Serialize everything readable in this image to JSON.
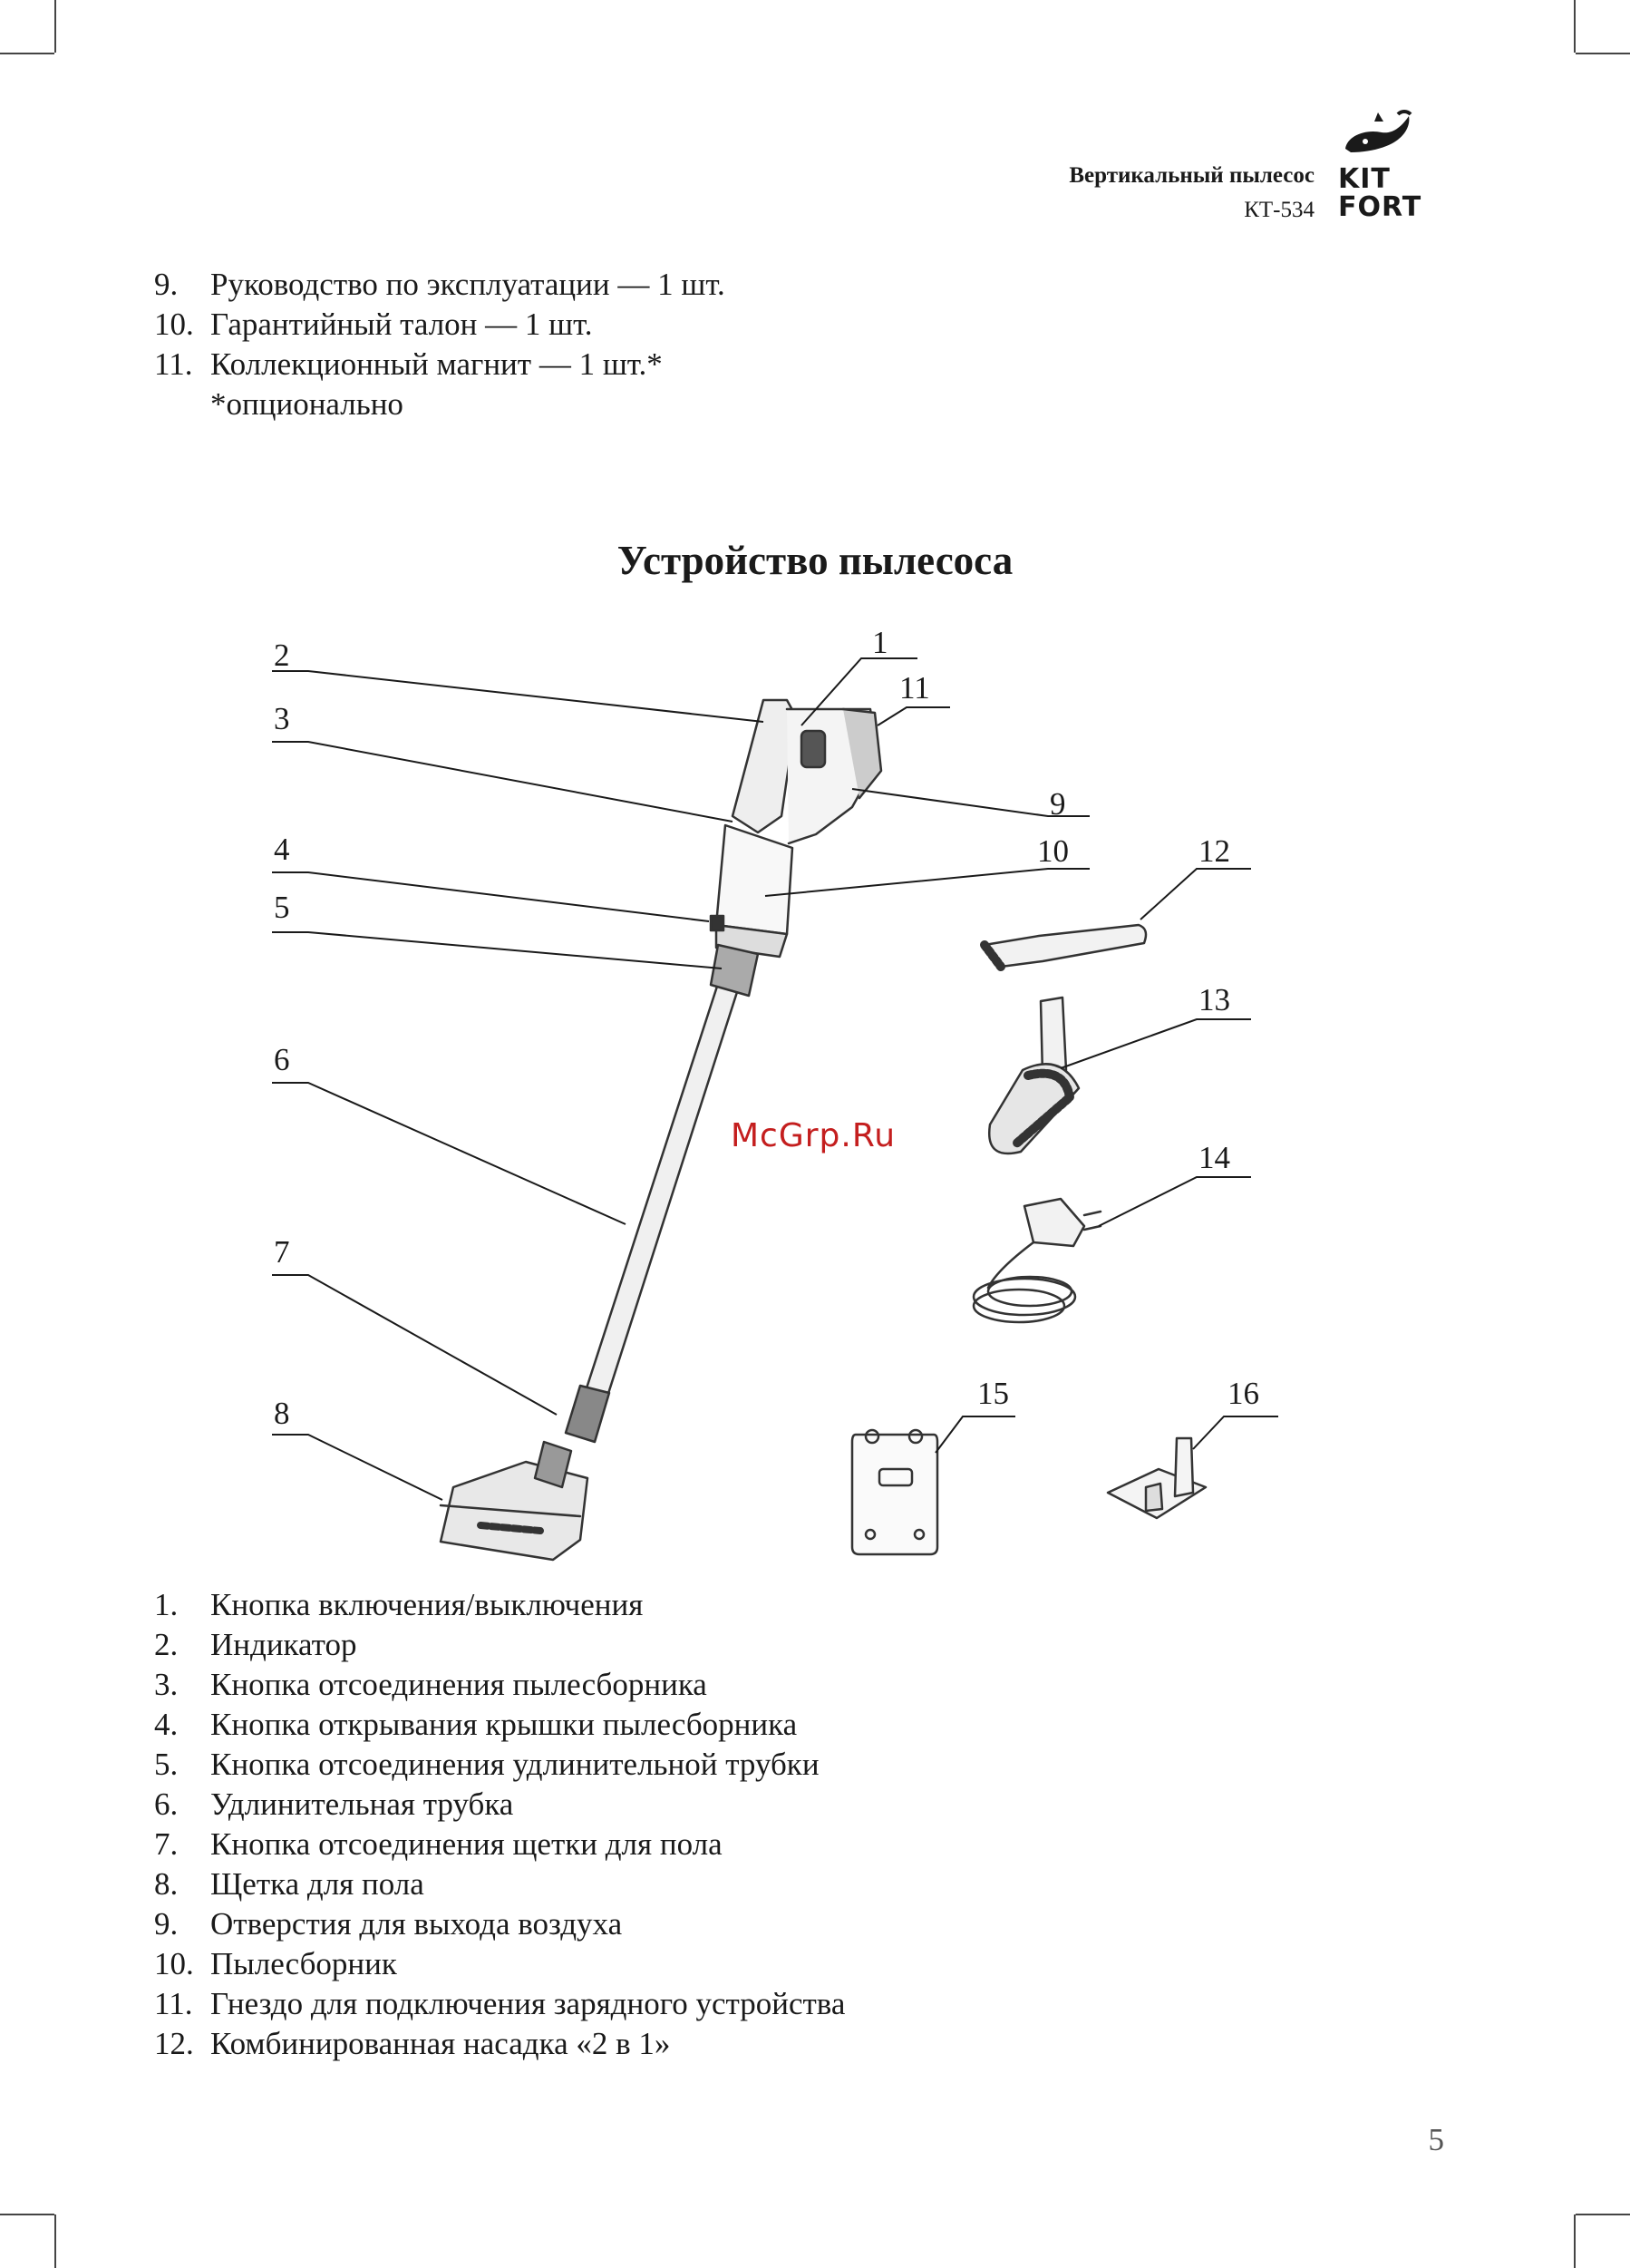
{
  "header": {
    "title": "Вертикальный пылесос",
    "model": "КТ-534",
    "logo_line1": "KIT",
    "logo_line2": "FORT"
  },
  "top_list": [
    {
      "num": "9.",
      "text": "Руководство по эксплуатации — 1 шт."
    },
    {
      "num": "10.",
      "text": "Гарантийный талон — 1 шт."
    },
    {
      "num": "11.",
      "text": "Коллекционный магнит — 1 шт.*"
    }
  ],
  "top_note": "*опционально",
  "section_title": "Устройство пылесоса",
  "callouts": [
    "1",
    "2",
    "3",
    "4",
    "5",
    "6",
    "7",
    "8",
    "9",
    "10",
    "11",
    "12",
    "13",
    "14",
    "15",
    "16"
  ],
  "watermark": "McGrp.Ru",
  "parts_list": [
    {
      "num": "1.",
      "text": "Кнопка включения/выключения"
    },
    {
      "num": "2.",
      "text": "Индикатор"
    },
    {
      "num": "3.",
      "text": "Кнопка отсоединения пылесборника"
    },
    {
      "num": "4.",
      "text": "Кнопка открывания крышки пылесборника"
    },
    {
      "num": "5.",
      "text": "Кнопка отсоединения удлинительной трубки"
    },
    {
      "num": "6.",
      "text": "Удлинительная трубка"
    },
    {
      "num": "7.",
      "text": "Кнопка отсоединения щетки для пола"
    },
    {
      "num": "8.",
      "text": "Щетка для пола"
    },
    {
      "num": "9.",
      "text": "Отверстия для выхода воздуха"
    },
    {
      "num": "10.",
      "text": "Пылесборник"
    },
    {
      "num": "11.",
      "text": "Гнездо для подключения зарядного устройства"
    },
    {
      "num": "12.",
      "text": "Комбинированная насадка «2 в 1»"
    }
  ],
  "page_number": "5"
}
